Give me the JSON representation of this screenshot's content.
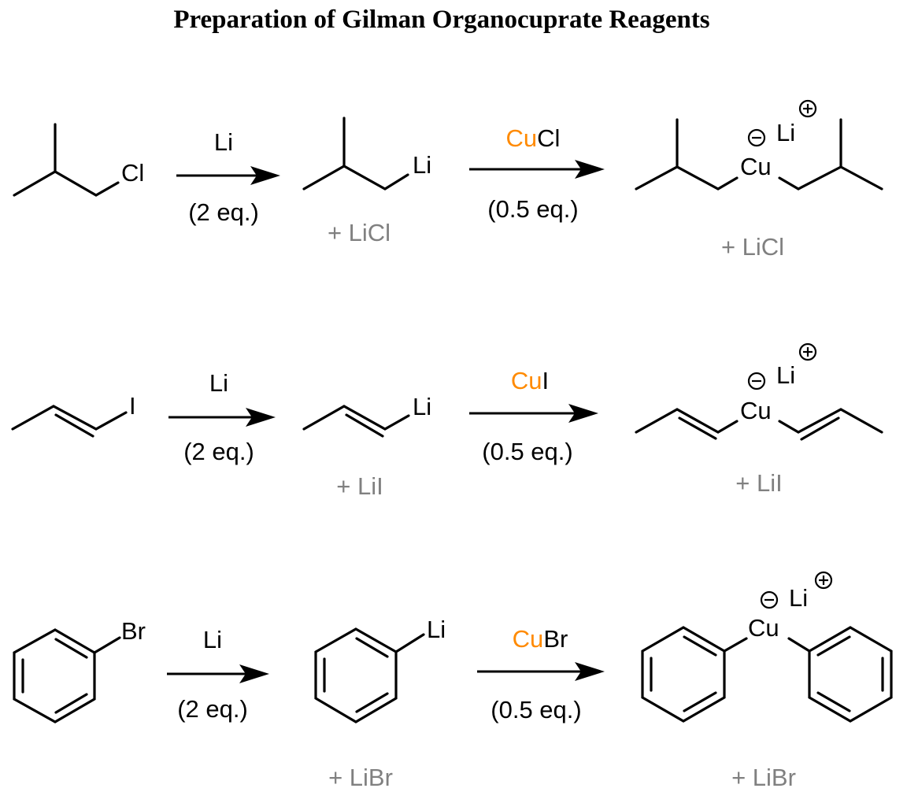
{
  "title": "Preparation of Gilman Organocuprate Reagents",
  "colors": {
    "Cl": "#22cc22",
    "I": "#1a1aff",
    "Br": "#ff1a1a",
    "Cu": "#ff8a00",
    "byproduct": "#808080"
  },
  "reactions": [
    {
      "halogen": "Cl",
      "step1": {
        "reagent": "Li",
        "equiv": "(2 eq.)"
      },
      "intermediate_atom": "Li",
      "byproduct1": "+ LiCl",
      "step2": {
        "reagent_metal": "Cu",
        "reagent_halide": "Cl",
        "equiv": "(0.5 eq.)"
      },
      "product": {
        "metal": "Cu",
        "counterion": "Li"
      },
      "byproduct2": "+ LiCl"
    },
    {
      "halogen": "I",
      "step1": {
        "reagent": "Li",
        "equiv": "(2 eq.)"
      },
      "intermediate_atom": "Li",
      "byproduct1": "+ LiI",
      "step2": {
        "reagent_metal": "Cu",
        "reagent_halide": "I",
        "equiv": "(0.5 eq.)"
      },
      "product": {
        "metal": "Cu",
        "counterion": "Li"
      },
      "byproduct2": "+ LiI"
    },
    {
      "halogen": "Br",
      "step1": {
        "reagent": "Li",
        "equiv": "(2 eq.)"
      },
      "intermediate_atom": "Li",
      "byproduct1": "+ LiBr",
      "step2": {
        "reagent_metal": "Cu",
        "reagent_halide": "Br",
        "equiv": "(0.5 eq.)"
      },
      "product": {
        "metal": "Cu",
        "counterion": "Li"
      },
      "byproduct2": "+ LiBr"
    }
  ]
}
